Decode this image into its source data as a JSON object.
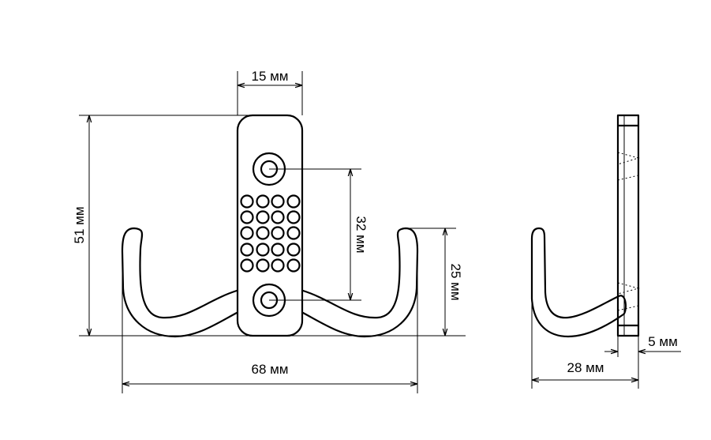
{
  "diagram": {
    "dimensions": {
      "width_top": "15 мм",
      "total_height": "51 мм",
      "hole_spacing": "32 мм",
      "hook_height": "25 мм",
      "total_width": "68 мм",
      "depth": "28 мм",
      "plate_thickness": "5 мм"
    }
  }
}
